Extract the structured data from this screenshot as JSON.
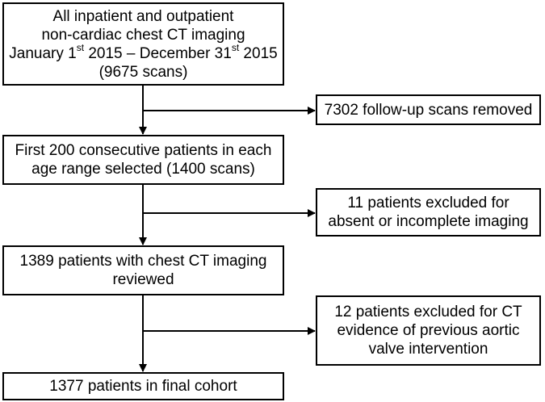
{
  "flowchart": {
    "main": {
      "box1": {
        "line1": "All inpatient and outpatient",
        "line2": "non-cardiac chest CT imaging",
        "line3_part1": "January 1",
        "line3_sup1": "st",
        "line3_part2": " 2015 – December 31",
        "line3_sup2": "st",
        "line3_part3": " 2015",
        "line4": "(9675 scans)"
      },
      "box2": {
        "line1": "First 200 consecutive patients in each",
        "line2": "age range selected (1400 scans)"
      },
      "box3": {
        "line1": "1389 patients with chest CT imaging",
        "line2": "reviewed"
      },
      "box4": {
        "line1": "1377 patients in final cohort"
      }
    },
    "side": {
      "exclusion1": {
        "line1": "7302 follow-up scans removed"
      },
      "exclusion2": {
        "line1": "11 patients excluded for",
        "line2": "absent or incomplete imaging"
      },
      "exclusion3": {
        "line1": "12 patients excluded for CT",
        "line2": "evidence of previous aortic",
        "line3": "valve intervention"
      }
    }
  }
}
